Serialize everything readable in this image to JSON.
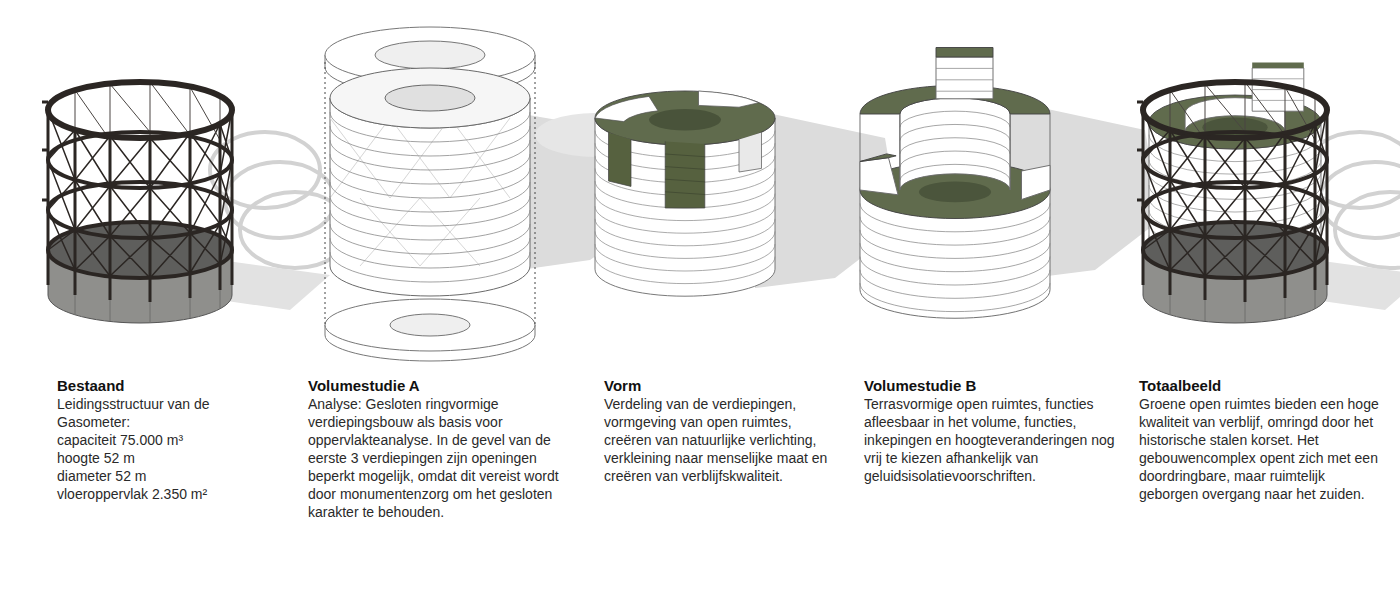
{
  "diagram": {
    "labels": [
      "Bestaand",
      "Leidingsstructuur van de Gasometer:",
      "capaciteit 75.000 m³",
      "hoogte 52 m",
      "diameter 52 m",
      "vloeroppervlak 2.350 m²",
      "Volumestudie A",
      "Analyse: Gesloten ringvormige verdiepingsbouw als basis voor oppervlakteanalyse. In de gevel van de eerste 3 verdiepingen zijn openingen beperkt mogelijk, omdat dit vereist wordt door monumentenzorg om het gesloten karakter te behouden.",
      "Vorm",
      "Verdeling van de verdiepingen, vormgeving van open ruimtes, creëren van natuurlijke verlichting, verkleining naar menselijke maat en creëren van verblijfskwaliteit.",
      "Volumestudie B",
      "Terrasvormige open ruimtes, functies afleesbaar in het volume, functies, inkepingen en hoogteveranderingen nog vrij te kiezen afhankelijk van geluidsisolatievoorschriften.",
      "Totaalbeeld",
      "Groene open ruimtes bieden een hoge kwaliteit van verblijf, omringd door het historische stalen korset. Het gebouwencomplex opent zich met een doordringbare, maar ruimtelijk geborgen overgang naar het zuiden."
    ]
  }
}
